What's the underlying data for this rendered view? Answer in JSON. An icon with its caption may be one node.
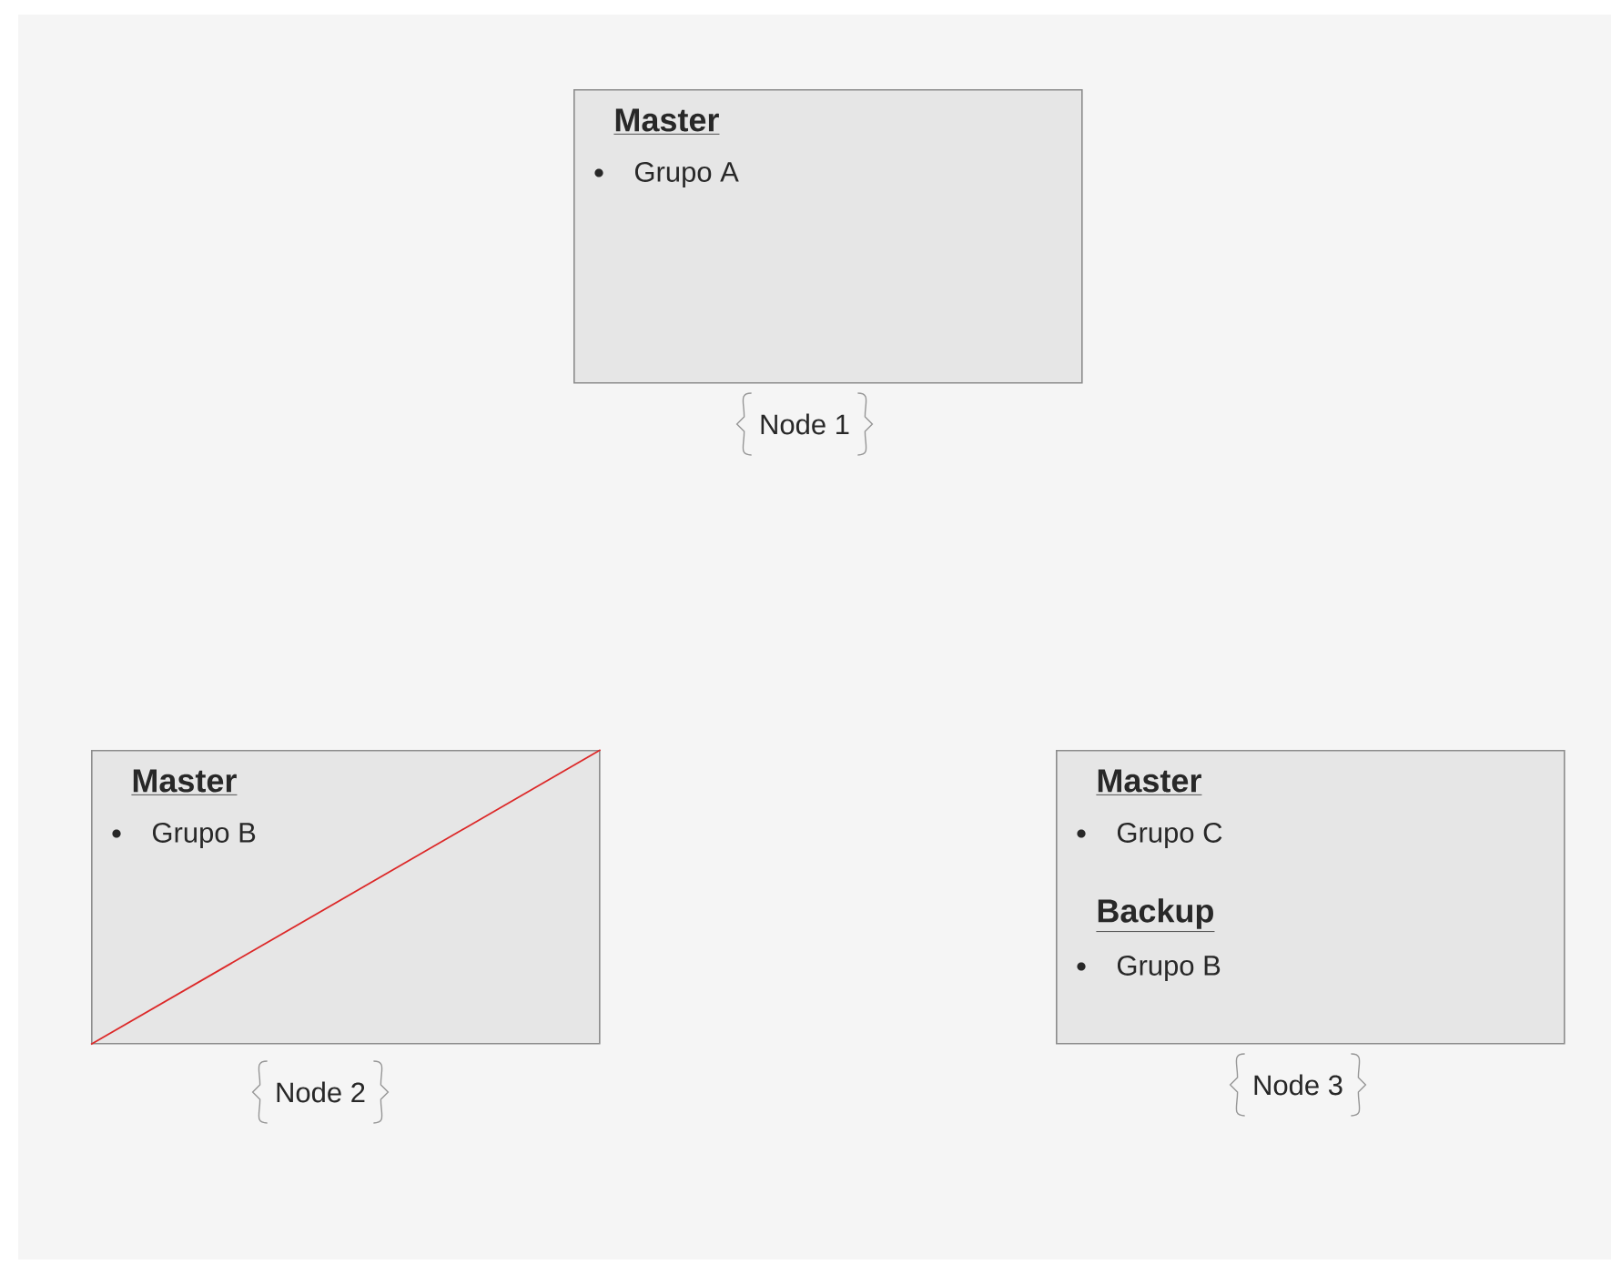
{
  "diagram": {
    "nodes": [
      {
        "text": [
          "Master",
          "Grupo A"
        ],
        "beside": [
          "Node 1"
        ]
      },
      {
        "text": [
          "Master",
          "Grupo B"
        ],
        "beside": [
          "Node 2"
        ]
      },
      {
        "text": [
          "Master",
          "Grupo C",
          "Backup",
          "Grupo B"
        ],
        "beside": [
          "Node 3"
        ]
      }
    ]
  }
}
